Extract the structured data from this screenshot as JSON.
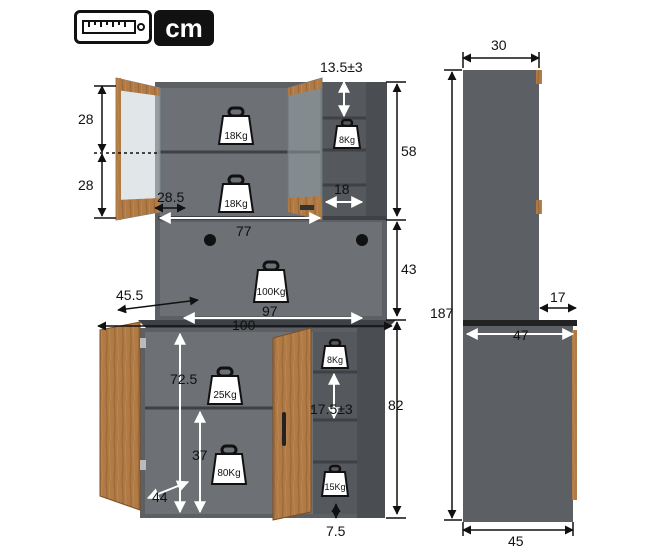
{
  "unit": {
    "label": "cm",
    "icon": "tape-measure-icon"
  },
  "front_view": {
    "upper": {
      "top_gap": "13.5±3",
      "height": "58",
      "door_upper": "28",
      "door_lower": "28",
      "shelf_depth": "28.5",
      "side_width": "18",
      "inner_width": "77",
      "load_shelf_1": "18Kg",
      "load_shelf_2": "18Kg",
      "load_side": "8Kg"
    },
    "middle": {
      "height": "43",
      "depth": "45.5",
      "inner_width": "97",
      "load": "100Kg"
    },
    "lower": {
      "width": "100",
      "height": "82",
      "inner_height": "72.5",
      "shelf_height": "37",
      "base_depth": "44",
      "side_gap": "17.5±3",
      "foot": "7.5",
      "load_shelf": "25Kg",
      "load_bottom": "80Kg",
      "load_side_top": "8Kg",
      "load_side_bottom": "15Kg"
    }
  },
  "side_view": {
    "top_depth": "30",
    "total_height": "187",
    "counter_overhang": "17",
    "counter_depth": "47",
    "base_depth": "45"
  },
  "colors": {
    "cabinet": "#5c5f63",
    "cabinet_dark": "#45484c",
    "cabinet_inner": "#6d7075",
    "wood": "#b07a45",
    "dim_line": "#111111"
  }
}
